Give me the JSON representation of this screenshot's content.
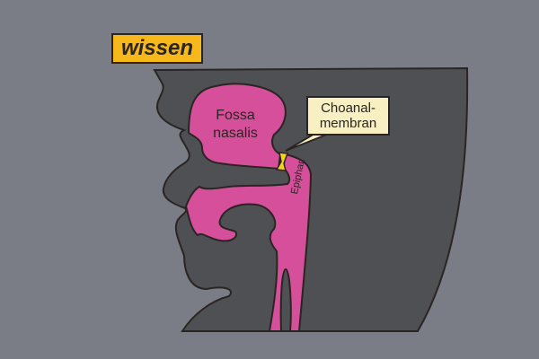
{
  "logo": {
    "text": "wissen"
  },
  "labels": {
    "fossa": "Fossa nasalis",
    "choanal": "Choanal-membran",
    "choanal_line1": "Choanal-",
    "choanal_line2": "membran",
    "fossa_line1": "Fossa",
    "fossa_line2": "nasalis",
    "epiphar": "Epiphar."
  },
  "colors": {
    "background": "#7b7d86",
    "tissue": "#4f5054",
    "cavity": "#d64f9a",
    "membrane": "#f5d21e",
    "outline": "#2a2522"
  }
}
